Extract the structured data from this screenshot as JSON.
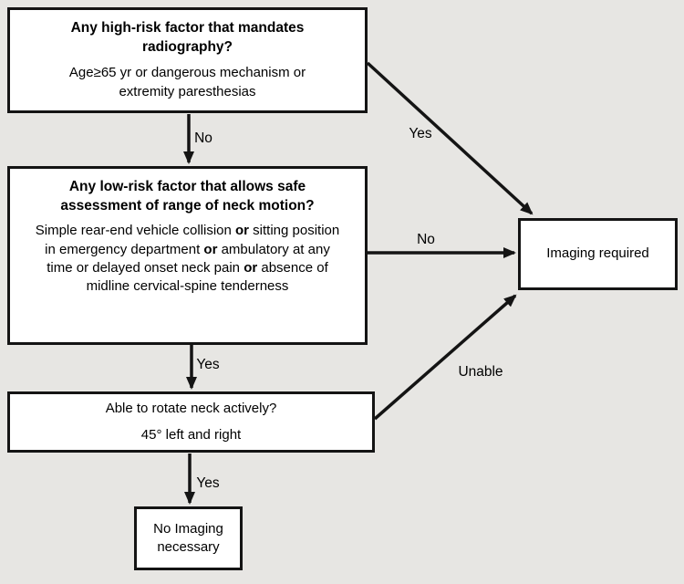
{
  "boxes": {
    "high_risk": {
      "title": "Any high-risk factor that mandates radiography?",
      "body": "Age≥65 yr or dangerous mechanism or extremity paresthesias"
    },
    "low_risk": {
      "title": "Any low-risk factor that allows safe assessment of range of neck motion?",
      "body_segments": [
        {
          "text": "Simple rear-end vehicle collision ",
          "bold": false
        },
        {
          "text": "or",
          "bold": true
        },
        {
          "text": " sitting position in emergency department ",
          "bold": false
        },
        {
          "text": "or",
          "bold": true
        },
        {
          "text": " ambulatory at any time or delayed onset neck pain ",
          "bold": false
        },
        {
          "text": "or",
          "bold": true
        },
        {
          "text": " absence of midline cervical-spine tenderness",
          "bold": false
        }
      ]
    },
    "rotate_neck": {
      "question": "Able to rotate neck actively?",
      "detail": "45° left and right"
    },
    "no_imaging": {
      "label": "No Imaging necessary"
    },
    "imaging_required": {
      "label": "Imaging required"
    }
  },
  "arrow_labels": {
    "high_risk_no": "No",
    "high_risk_yes": "Yes",
    "low_risk_no": "No",
    "low_risk_yes": "Yes",
    "rotate_unable": "Unable",
    "rotate_yes": "Yes"
  },
  "colors": {
    "background": "#e7e6e3",
    "box_border": "#141414",
    "box_fill": "#ffffff",
    "arrow": "#141414",
    "text": "#000000"
  }
}
